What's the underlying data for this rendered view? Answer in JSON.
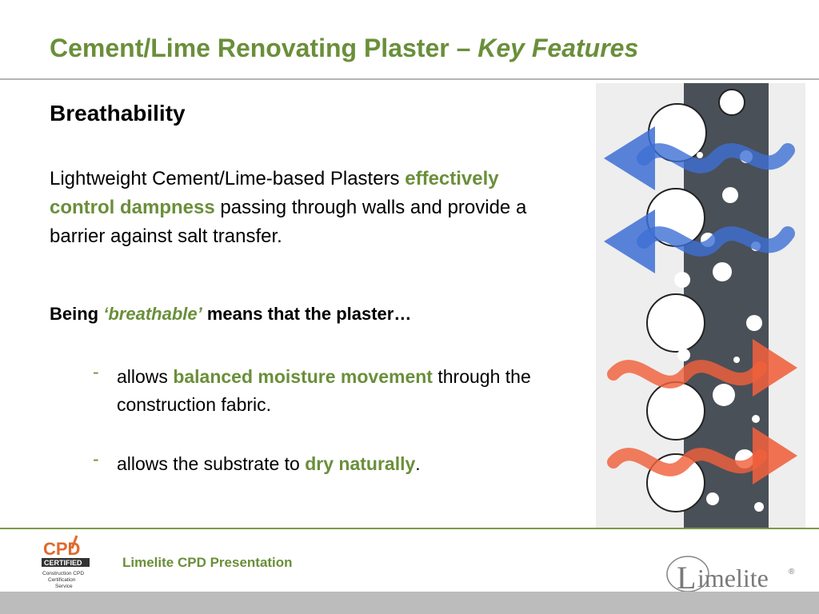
{
  "header": {
    "title_main": "Cement/Lime Renovating Plaster – ",
    "title_emphasis": "Key Features"
  },
  "content": {
    "heading": "Breathability",
    "paragraph": {
      "part1": "Lightweight Cement/Lime-based Plasters ",
      "highlight": "effectively control dampness",
      "part2": " passing through walls and provide a barrier against salt transfer."
    },
    "being": {
      "prefix": "Being ",
      "emphasis": "‘breathable’",
      "suffix": " means that the plaster…"
    },
    "bullets": [
      {
        "dash": "-",
        "prefix": "allows ",
        "highlight": "balanced moisture movement",
        "suffix": " through the construction fabric."
      },
      {
        "dash": "-",
        "prefix": "allows the substrate to ",
        "highlight": "dry naturally",
        "suffix": "."
      }
    ]
  },
  "footer": {
    "label": "Limelite CPD Presentation",
    "cpd_logo": {
      "word1": "CPD",
      "word2": "CERTIFIED",
      "line1": "Construction CPD",
      "line2": "Certification",
      "line3": "Service"
    },
    "brand_logo": {
      "initial": "L",
      "rest": "imelite",
      "mark": "®"
    }
  },
  "colors": {
    "accent_green": "#6a8f3a",
    "plaster_gray": "#4a5058",
    "arrow_blue": "#3d6fd4",
    "arrow_red": "#f0603c",
    "footer_bar": "#bcbcbc"
  }
}
